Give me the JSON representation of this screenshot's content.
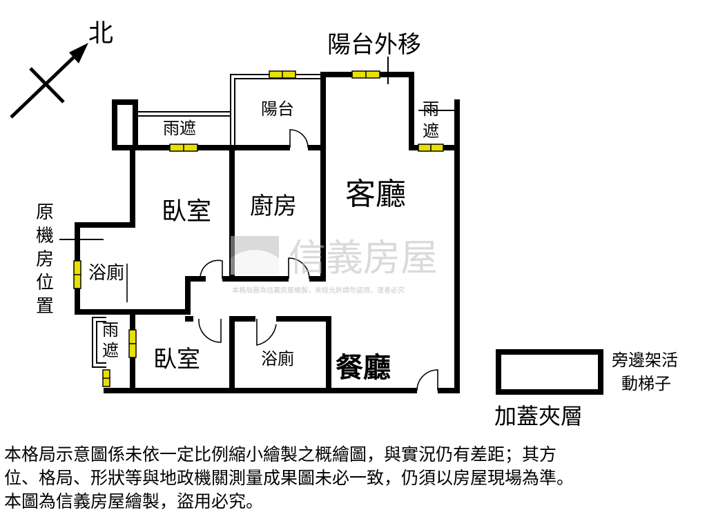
{
  "compass": {
    "north_label": "北"
  },
  "rooms": {
    "balcony_moved_out": "陽台外移",
    "balcony": "陽台",
    "rain_cover_top": "雨遮",
    "rain_cover_right": "雨",
    "rain_cover_right_2": "遮",
    "bedroom_north": "臥室",
    "kitchen": "廚房",
    "living_room": "客廳",
    "bathroom_west": "浴廁",
    "bedroom_south": "臥室",
    "bathroom_south": "浴廁",
    "dining_room": "餐廳",
    "rain_cover_left": "雨",
    "rain_cover_left_2": "遮",
    "orig_machine_room": [
      "原",
      "機",
      "房",
      "位",
      "置"
    ]
  },
  "legend": {
    "ladder_note_line1": "旁邊架活",
    "ladder_note_line2": "動梯子",
    "mezzanine": "加蓋夾層"
  },
  "watermark": {
    "brand": "信義房屋",
    "notice": "本格局圖為信義房屋繪製，未經允許請勿盜用，違者必究"
  },
  "disclaimer": [
    "本格局示意圖係未依一定比例縮小繪製之概繪圖，與實況仍有差距；其方",
    "位、格局、形狀等與地政機關測量成果圖未必一致，仍須以房屋現場為準。",
    "本圖為信義房屋繪製，盜用必究。"
  ],
  "colors": {
    "window": "#e8e000",
    "wall": "#000000",
    "watermark": "#cfcfcf"
  }
}
